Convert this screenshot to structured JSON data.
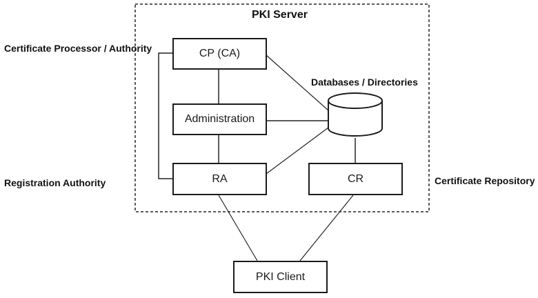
{
  "server": {
    "title": "PKI Server"
  },
  "nodes": {
    "cp": "CP (CA)",
    "administration": "Administration",
    "ra": "RA",
    "cr": "CR",
    "client": "PKI Client"
  },
  "labels": {
    "cp_role": "Certificate Processor / Authority",
    "databases": "Databases / Directories",
    "ra_role": "Registration Authority",
    "cr_role": "Certificate Repository"
  }
}
